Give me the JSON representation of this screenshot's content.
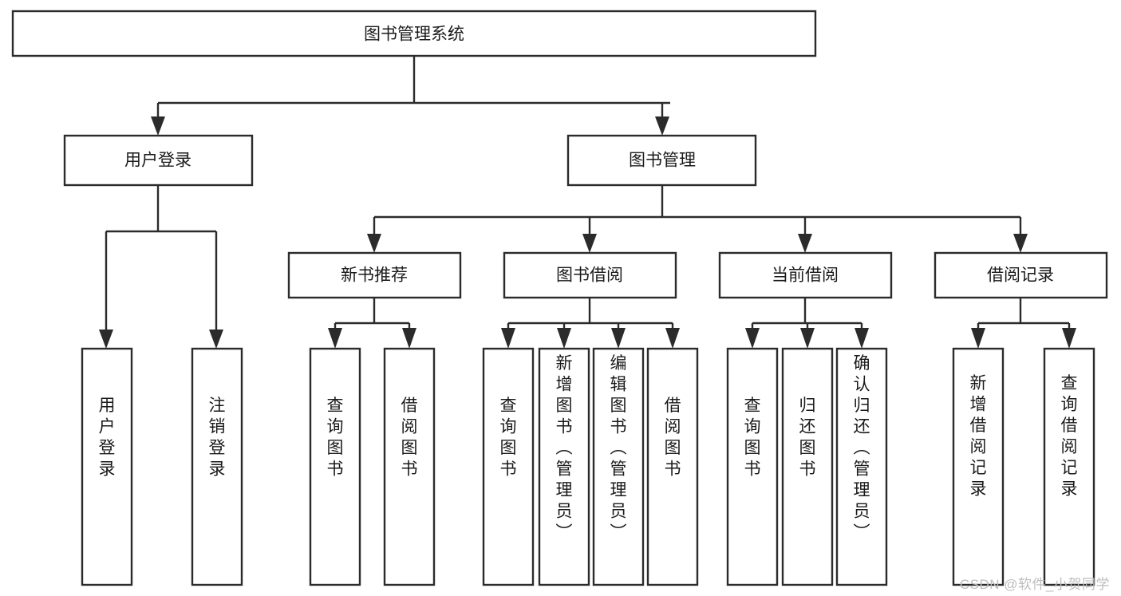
{
  "diagram": {
    "type": "tree-hierarchy",
    "title": "图书管理系统",
    "watermark": "CSDN @软件_小贺同学",
    "colors": {
      "stroke": "#2b2b2b",
      "fill": "#ffffff",
      "text": "#1a1a1a",
      "watermark": "#bdbdbd",
      "background": "#ffffff"
    },
    "levels": {
      "root": {
        "label": "图书管理系统",
        "orientation": "horizontal"
      },
      "level2": [
        {
          "label": "用户登录",
          "orientation": "horizontal"
        },
        {
          "label": "图书管理",
          "orientation": "horizontal"
        }
      ],
      "level3": [
        {
          "label": "新书推荐",
          "orientation": "horizontal"
        },
        {
          "label": "图书借阅",
          "orientation": "horizontal"
        },
        {
          "label": "当前借阅",
          "orientation": "horizontal"
        },
        {
          "label": "借阅记录",
          "orientation": "horizontal"
        }
      ],
      "leaves": {
        "user_login": [
          {
            "label": "用户登录",
            "orientation": "vertical"
          },
          {
            "label": "注销登录",
            "orientation": "vertical"
          }
        ],
        "new_book_recommend": [
          {
            "label": "查询图书",
            "orientation": "vertical"
          },
          {
            "label": "借阅图书",
            "orientation": "vertical"
          }
        ],
        "book_borrow": [
          {
            "label": "查询图书",
            "orientation": "vertical"
          },
          {
            "label": "新增图书（管理员）",
            "orientation": "vertical"
          },
          {
            "label": "编辑图书（管理员）",
            "orientation": "vertical"
          },
          {
            "label": "借阅图书",
            "orientation": "vertical"
          }
        ],
        "current_borrow": [
          {
            "label": "查询图书",
            "orientation": "vertical"
          },
          {
            "label": "归还图书",
            "orientation": "vertical"
          },
          {
            "label": "确认归还（管理员）",
            "orientation": "vertical"
          }
        ],
        "borrow_record": [
          {
            "label": "新增借阅记录",
            "orientation": "vertical"
          },
          {
            "label": "查询借阅记录",
            "orientation": "vertical"
          }
        ]
      }
    }
  }
}
